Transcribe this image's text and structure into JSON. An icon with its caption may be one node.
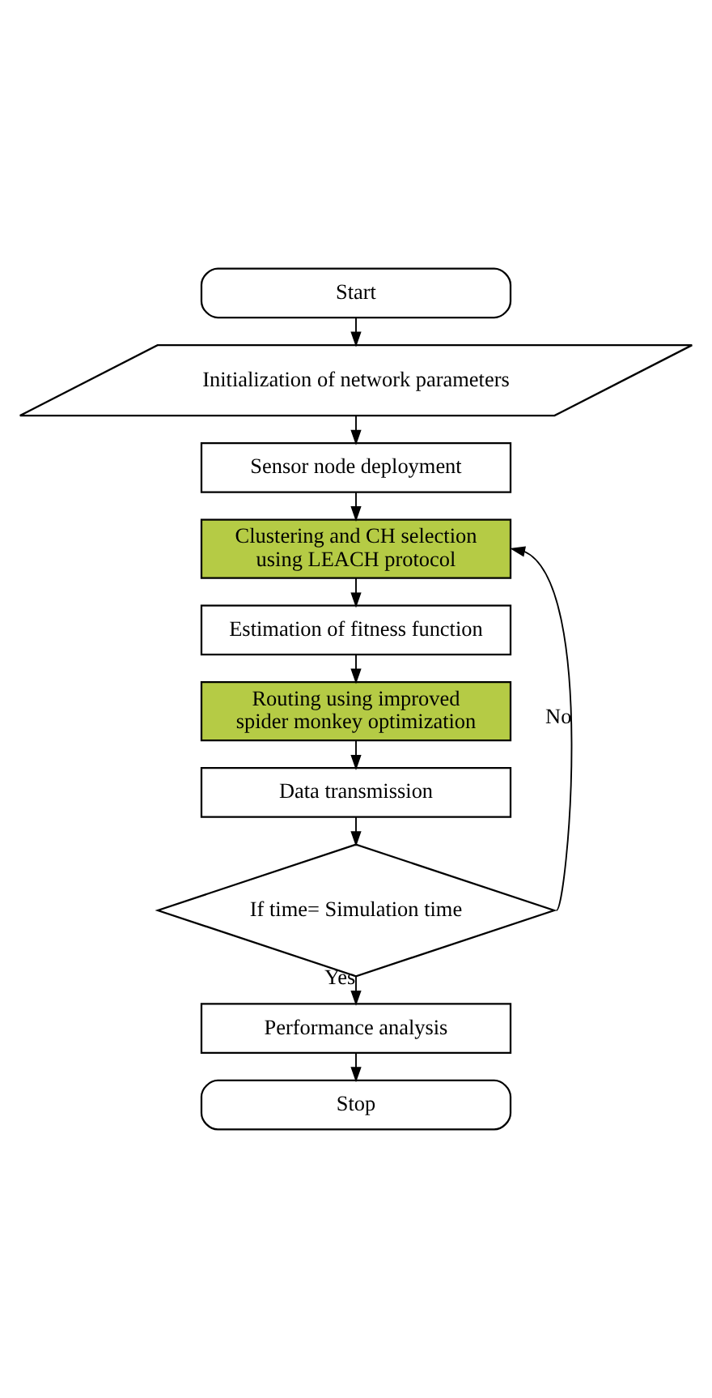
{
  "diagram": {
    "nodes": [
      {
        "text": [
          "Start"
        ]
      },
      {
        "text": [
          "Initialization of network parameters"
        ]
      },
      {
        "text": [
          "Sensor node deployment"
        ]
      },
      {
        "text": [
          "Clustering and CH selection using LEACH protocol"
        ]
      },
      {
        "text": [
          "Estimation of fitness function"
        ]
      },
      {
        "text": [
          "Routing using improved spider monkey optimization"
        ]
      },
      {
        "text": [
          "Data transmission"
        ]
      },
      {
        "text": [
          "If time= Simulation time"
        ]
      },
      {
        "text": [
          "Performance analysis"
        ]
      },
      {
        "text": [
          "Stop"
        ]
      }
    ],
    "edges": [
      {
        "from": 0,
        "to": 1,
        "arrow": "to"
      },
      {
        "from": 1,
        "to": 2,
        "arrow": "to"
      },
      {
        "from": 2,
        "to": 3,
        "arrow": "to"
      },
      {
        "from": 3,
        "to": 4,
        "arrow": "to"
      },
      {
        "from": 4,
        "to": 5,
        "arrow": "to"
      },
      {
        "from": 5,
        "to": 6,
        "arrow": "to"
      },
      {
        "from": 6,
        "to": 7,
        "arrow": "to"
      },
      {
        "from": 7,
        "to": 3,
        "arrow": "to",
        "label": "No"
      },
      {
        "from": 7,
        "to": 8,
        "arrow": "to",
        "label": "Yes"
      },
      {
        "from": 8,
        "to": 9,
        "arrow": "to"
      }
    ]
  }
}
